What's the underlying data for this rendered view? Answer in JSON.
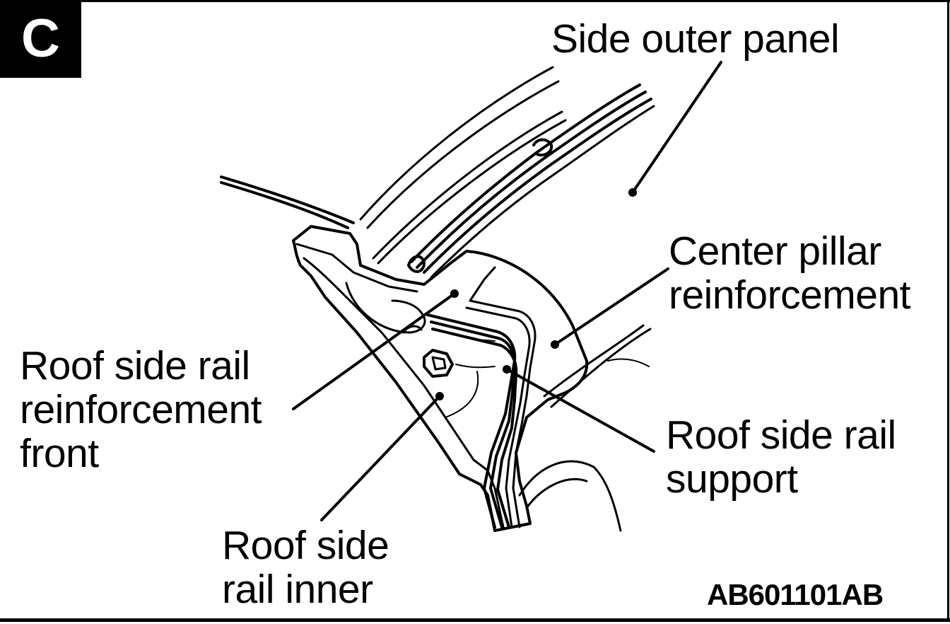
{
  "section_letter": "C",
  "labels": {
    "side_outer_panel": "Side outer panel",
    "center_pillar_reinforcement": [
      "Center pillar",
      "reinforcement"
    ],
    "roof_side_rail_reinforcement_front": [
      "Roof side rail",
      "reinforcement",
      "front"
    ],
    "roof_side_rail_support": [
      "Roof side rail",
      "support"
    ],
    "roof_side_rail_inner": [
      "Roof side",
      "rail inner"
    ]
  },
  "figure_code": "AB601101AB"
}
